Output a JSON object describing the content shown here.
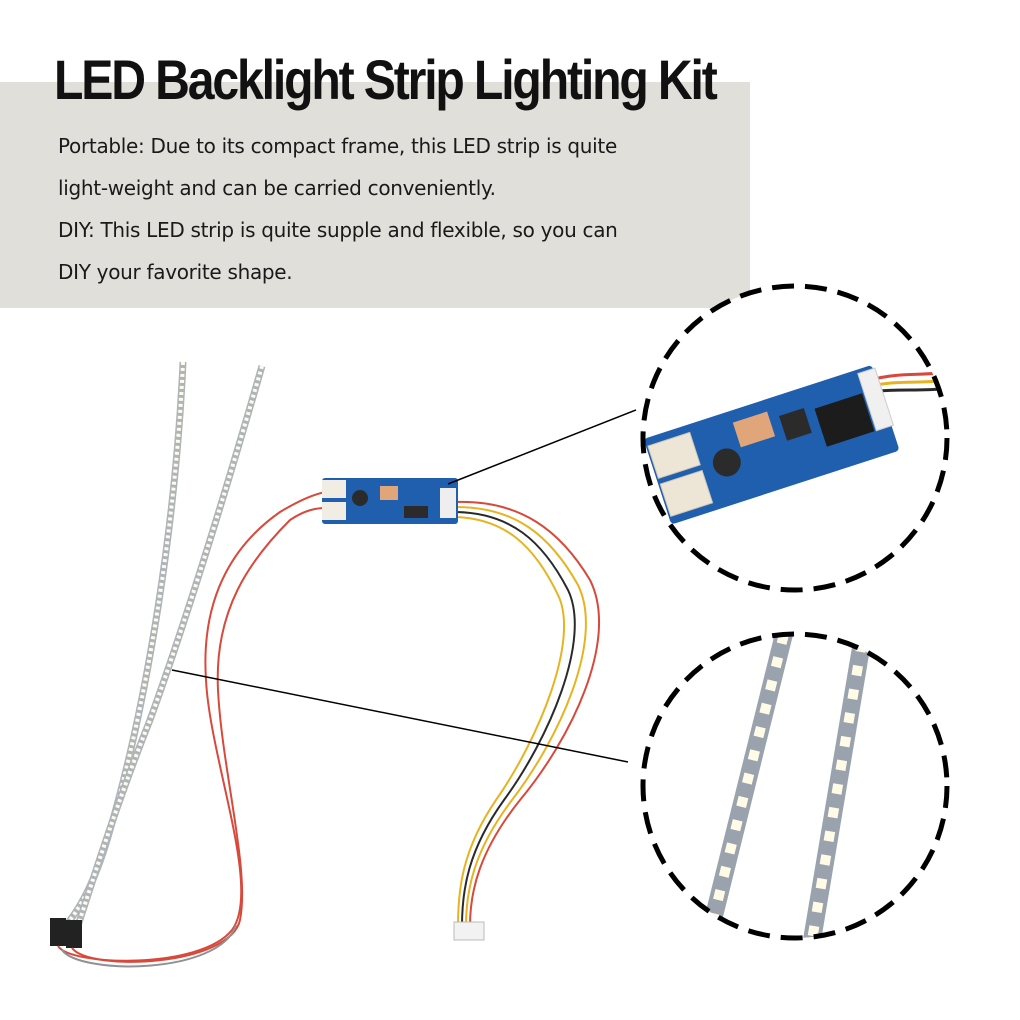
{
  "title": "LED Backlight Strip Lighting Kit",
  "description": [
    "Portable: Due to its compact frame, this LED strip is quite",
    "light-weight and can be carried conveniently.",
    "DIY: This LED strip is quite supple and flexible, so you can",
    "DIY your favorite shape."
  ],
  "images": {
    "product_photo": "led-strips-with-driver-board-photo",
    "zoom_driver": "driver-board-closeup",
    "zoom_strips": "led-strip-closeup"
  },
  "colors": {
    "panel": "#e0dfd9",
    "pcb": "#1f5fae",
    "wire_red": "#d9493b",
    "wire_yellow": "#e8b321",
    "led": "#fffbe6"
  }
}
